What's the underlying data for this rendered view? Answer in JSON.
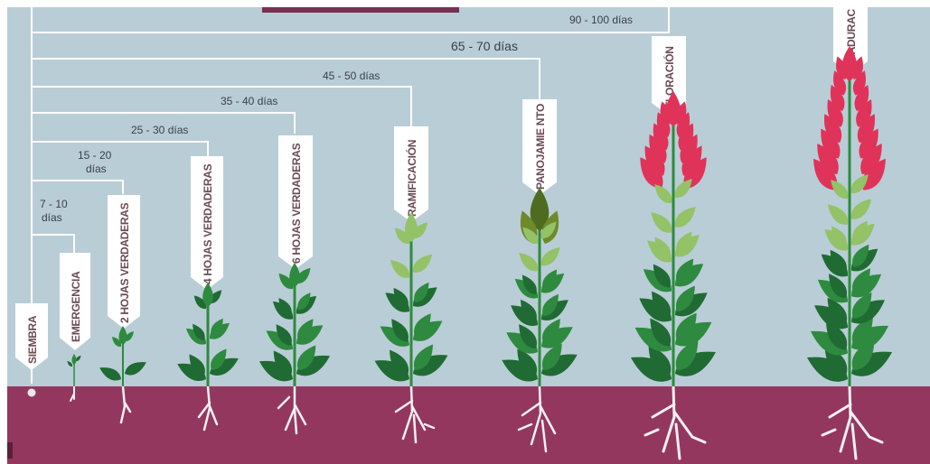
{
  "stages": [
    {
      "id": "siembra",
      "label": "SIEMBRA"
    },
    {
      "id": "emergencia",
      "label": "EMERGENCIA",
      "days": "7 - 10\ndías"
    },
    {
      "id": "dos-hojas",
      "label": "2 HOJAS VERDADERAS",
      "days": "15 - 20\ndías"
    },
    {
      "id": "cuatro-hojas",
      "label": "4 HOJAS VERDADERAS",
      "days": "25 - 30 días"
    },
    {
      "id": "seis-hojas",
      "label": "6 HOJAS VERDADERAS",
      "days": "35 - 40 días"
    },
    {
      "id": "ramificacion",
      "label": "RAMIFICACIÓN",
      "days": "45 - 50 días"
    },
    {
      "id": "panojamiento",
      "label": "PANOJAMIE NTO",
      "days": "65 - 70 días"
    },
    {
      "id": "floracion",
      "label": "FLORACIÓN",
      "days": "90 - 100 días"
    },
    {
      "id": "maduracion",
      "label": "MADURAC"
    }
  ],
  "colors": {
    "sky": "#b9cdd6",
    "soil": "#94375f",
    "leaf_dark": "#1f6b33",
    "leaf_mid": "#2e8a3e",
    "leaf_light": "#93c267",
    "flower": "#e0335a",
    "line": "#ffffff"
  }
}
